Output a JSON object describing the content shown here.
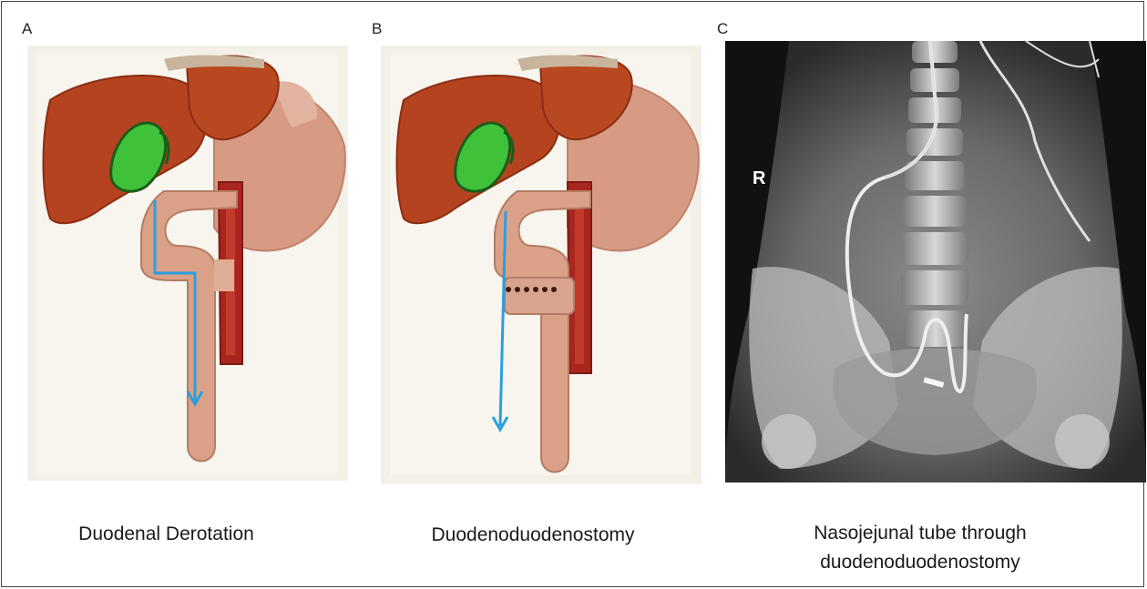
{
  "panels": [
    {
      "letter": "A",
      "caption": "Duodenal Derotation"
    },
    {
      "letter": "B",
      "caption": "Duodenoduodenostomy"
    },
    {
      "letter": "C",
      "caption_line1": "Nasojejunal tube through",
      "caption_line2": "duodenoduodenostomy",
      "marker": "R"
    }
  ],
  "colors": {
    "liver": "#b5431f",
    "gallbladder": "#3fc23a",
    "duodenum": "#dba188",
    "stomach": "#d79a83",
    "vessel": "#a8261e",
    "arrow": "#2a9fe0",
    "xray_bg": "#111111"
  }
}
